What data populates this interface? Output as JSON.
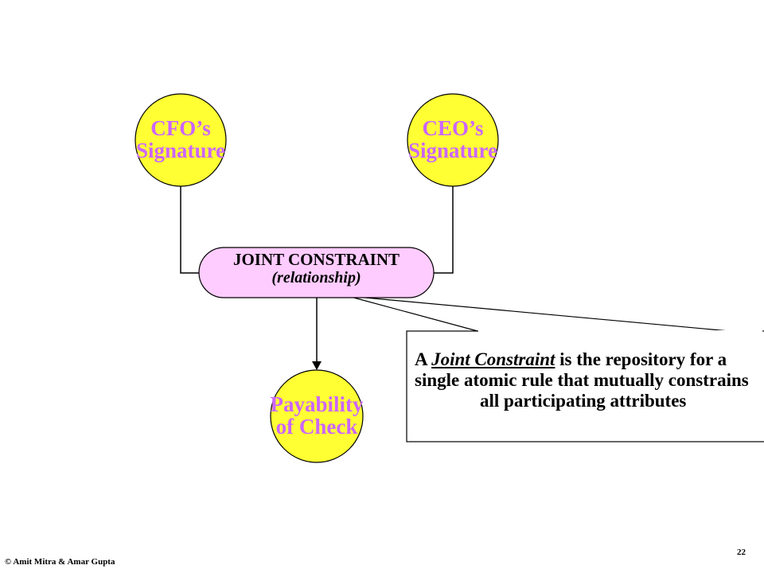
{
  "colors": {
    "node_fill": "#ffff33",
    "node_label": "#cc66ff",
    "relationship_fill": "#ffccff",
    "stroke": "#000000"
  },
  "nodes": [
    {
      "id": "cfo",
      "lines": [
        "CFO’s",
        "Signature"
      ]
    },
    {
      "id": "ceo",
      "lines": [
        "CEO’s",
        "Signature"
      ]
    },
    {
      "id": "payability",
      "lines": [
        "Payability",
        "of Check"
      ]
    }
  ],
  "relationship": {
    "title": "JOINT CONSTRAINT",
    "subtitle": "(relationship)"
  },
  "callout": {
    "line1_prefix": "A ",
    "term": "Joint Constraint",
    "line1_suffix": " is the repository for a",
    "line2": "single atomic rule that mutually constrains",
    "line3": "all participating attributes"
  },
  "footer": {
    "copyright": "© Amit Mitra & Amar Gupta",
    "page_number": "22"
  }
}
